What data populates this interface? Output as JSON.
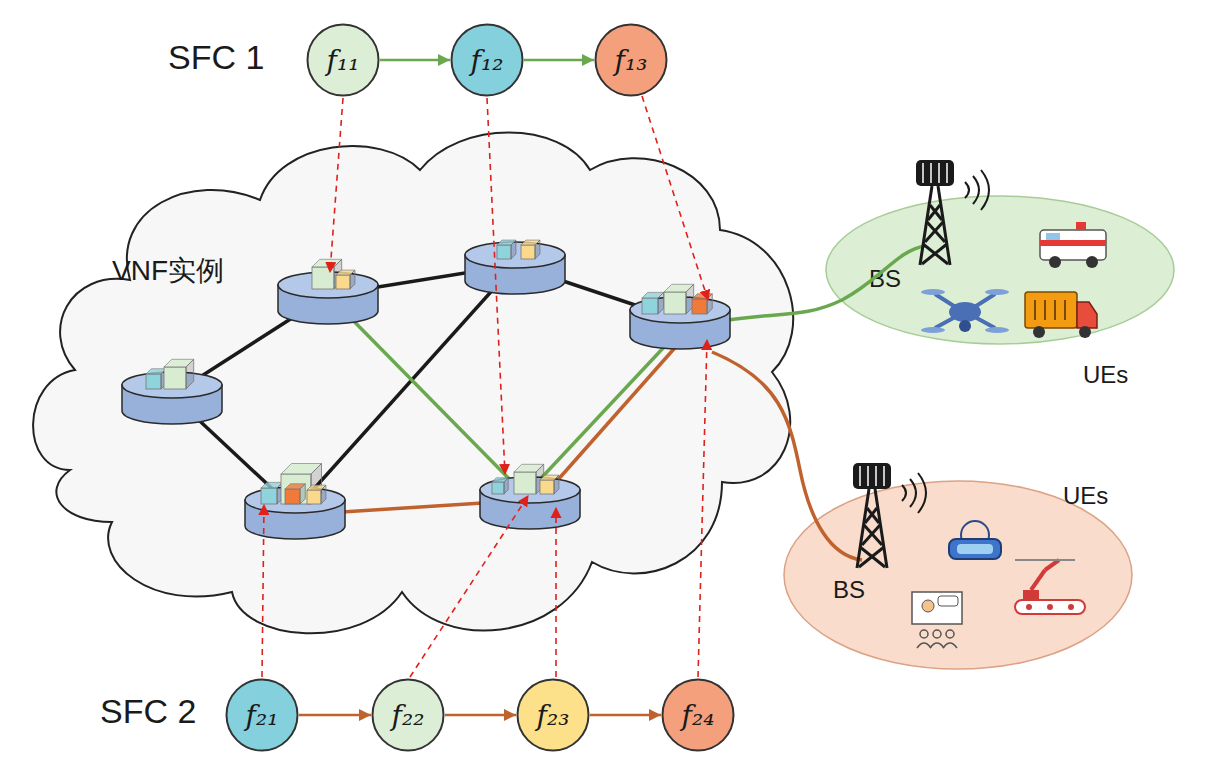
{
  "diagram": {
    "nodes": [
      {
        "text": [
          "f₁₁"
        ]
      },
      {
        "text": [
          "f₁₂"
        ]
      },
      {
        "text": [
          "f₁₃"
        ]
      },
      {
        "text": [
          "VNF实例"
        ]
      },
      {
        "text": [
          "BS",
          "UEs"
        ]
      },
      {
        "text": [
          "UEs",
          "BS"
        ]
      },
      {
        "text": [
          "f₂₁"
        ]
      },
      {
        "text": [
          "f₂₂"
        ]
      },
      {
        "text": [
          "f₂₃"
        ]
      },
      {
        "text": [
          "f₂₄"
        ]
      }
    ],
    "edges": [
      {
        "from": 0,
        "to": 1,
        "arrow": "to"
      },
      {
        "from": 1,
        "to": 2,
        "arrow": "to"
      },
      {
        "from": 6,
        "to": 7,
        "arrow": "to"
      },
      {
        "from": 7,
        "to": 8,
        "arrow": "to"
      },
      {
        "from": 8,
        "to": 9,
        "arrow": "to"
      }
    ],
    "labels": [
      "SFC 1",
      "SFC 2"
    ]
  }
}
